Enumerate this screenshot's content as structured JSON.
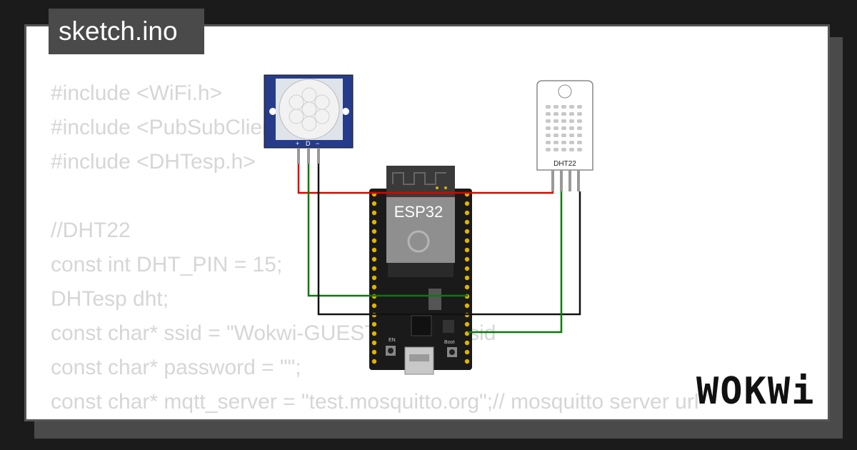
{
  "tab": {
    "title": "sketch.ino"
  },
  "code": {
    "lines": [
      "#include <WiFi.h>",
      "#include <PubSubClient.h>",
      "#include <DHTesp.h>",
      "",
      "//DHT22",
      "const int DHT_PIN = 15;",
      "DHTesp dht;",
      "const char* ssid = \"Wokwi-GUEST\"; /// wifi ssid",
      "const char* password = \"\";",
      "const char* mqtt_server = \"test.mosquitto.org\";// mosquitto server url"
    ]
  },
  "components": {
    "esp32_label": "ESP32",
    "dht_label": "DHT22",
    "pir_pins": [
      "+",
      "D",
      "−"
    ],
    "boot_label": "Boot",
    "en_label": "EN"
  },
  "brand": {
    "logo": "WOKWi"
  },
  "colors": {
    "red_wire": "#e00000",
    "green_wire": "#0a7a0a",
    "black_wire": "#111111",
    "pir_board": "#263c8a",
    "esp_board": "#1a1a1a"
  }
}
